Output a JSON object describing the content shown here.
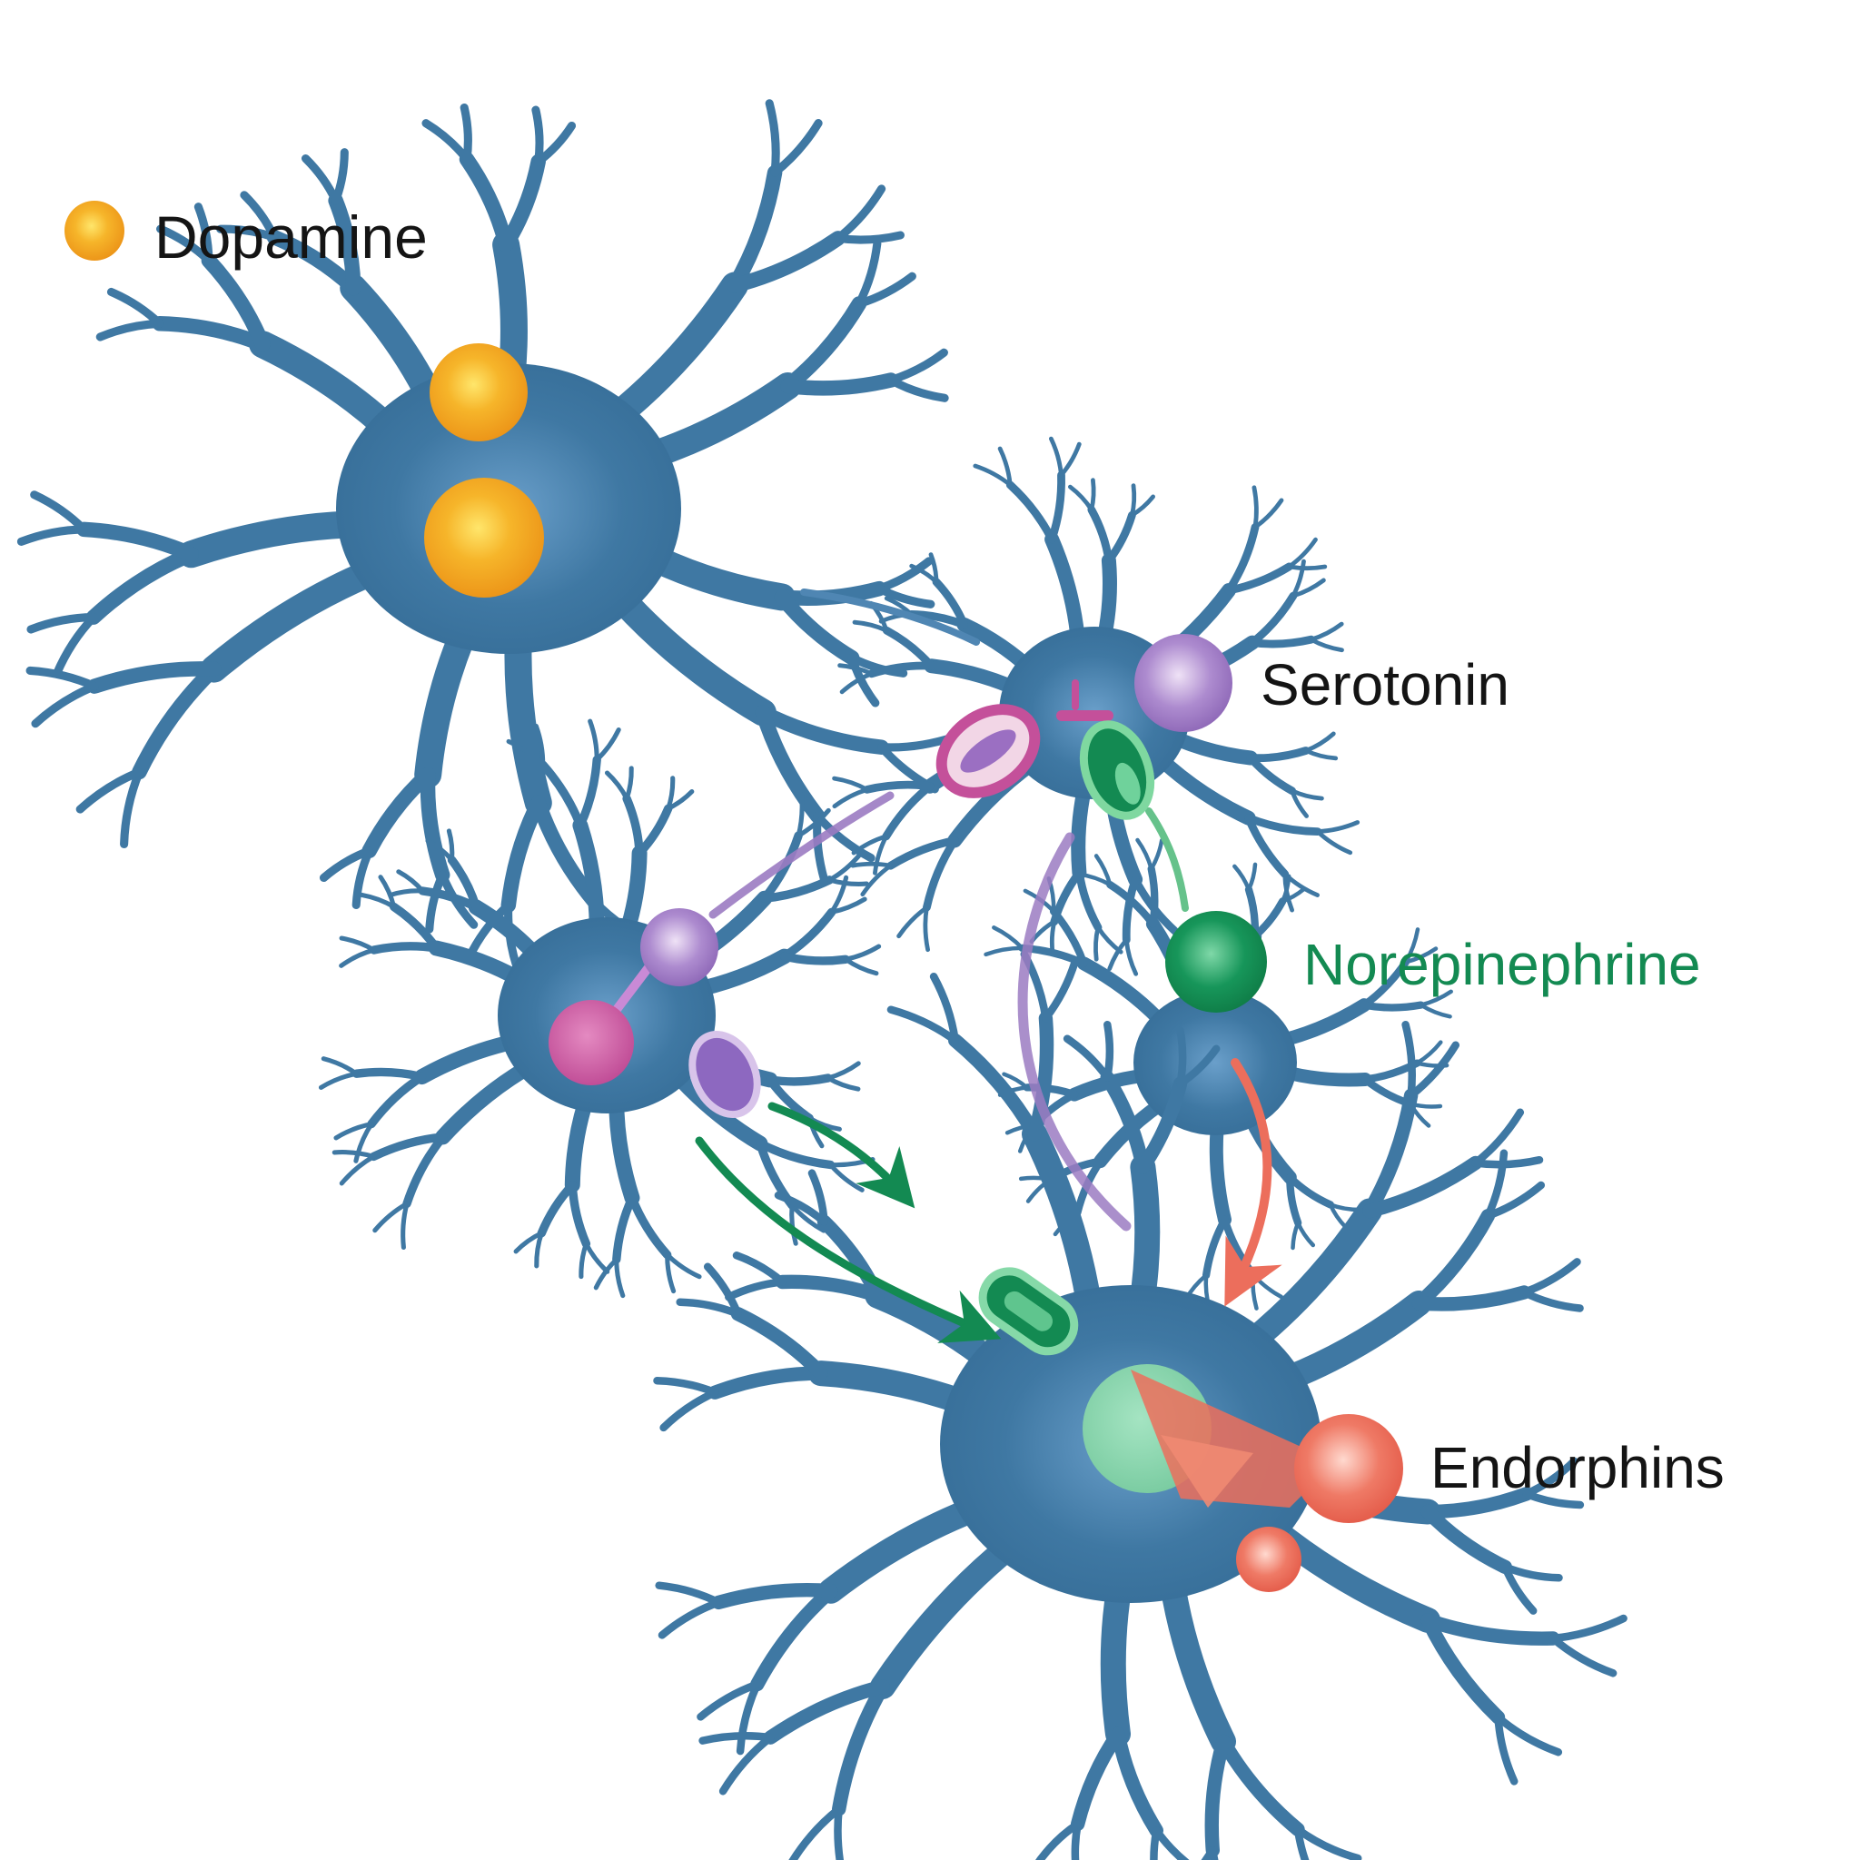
{
  "legend": {
    "dopamine": {
      "label": "Dopamine",
      "color": "#f2a51f",
      "icon": "dopamine-molecule-icon"
    },
    "serotonin": {
      "label": "Serotonin",
      "color": "#9b78c0",
      "icon": "serotonin-molecule-icon"
    },
    "norepinephrine": {
      "label": "Norepinephrine",
      "color": "#138a52",
      "icon": "norepinephrine-molecule-icon"
    },
    "endorphins": {
      "label": "Endorphins",
      "color": "#ec6e5c",
      "icon": "endorphins-molecule-icon"
    }
  },
  "colors": {
    "neuron": "#3f78a3",
    "neuron_highlight": "#5c93be",
    "background": "#ffffff",
    "magenta": "#c4509a",
    "text_default": "#141414"
  }
}
